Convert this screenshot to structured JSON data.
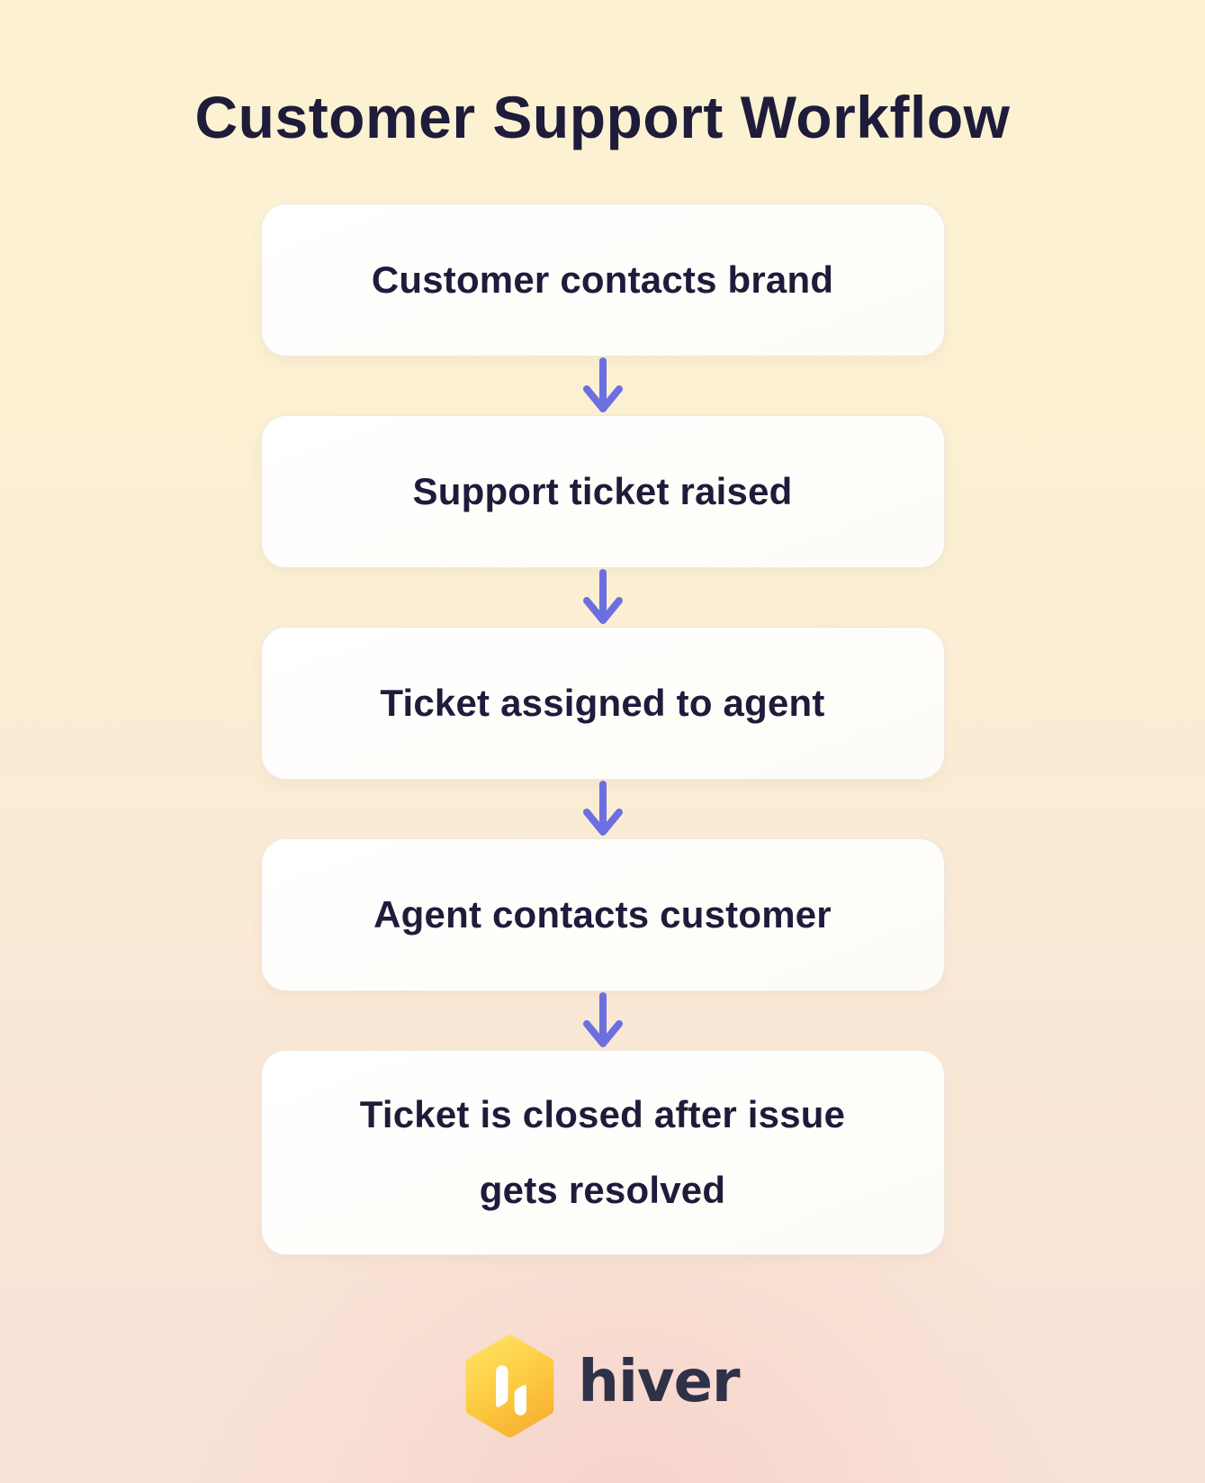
{
  "title": "Customer Support Workflow",
  "flow": {
    "steps": [
      {
        "label": "Customer contacts brand"
      },
      {
        "label": "Support ticket raised"
      },
      {
        "label": "Ticket assigned to agent"
      },
      {
        "label": "Agent contacts customer"
      },
      {
        "label": "Ticket is closed after issue\ngets resolved"
      }
    ],
    "connector": "down-arrow"
  },
  "branding": {
    "logo_text": "hiver",
    "logo_icon": "hiver-hexagon-icon"
  },
  "colors": {
    "background_top": "#FCF2D1",
    "background_bottom": "#F8E3D8",
    "card_background": "#FEFCF8",
    "text": "#1E1C3A",
    "arrow": "#6B6FE0",
    "logo_yellow_light": "#FFDF5C",
    "logo_yellow_dark": "#F7B032",
    "logo_text_color": "#2E3147"
  }
}
